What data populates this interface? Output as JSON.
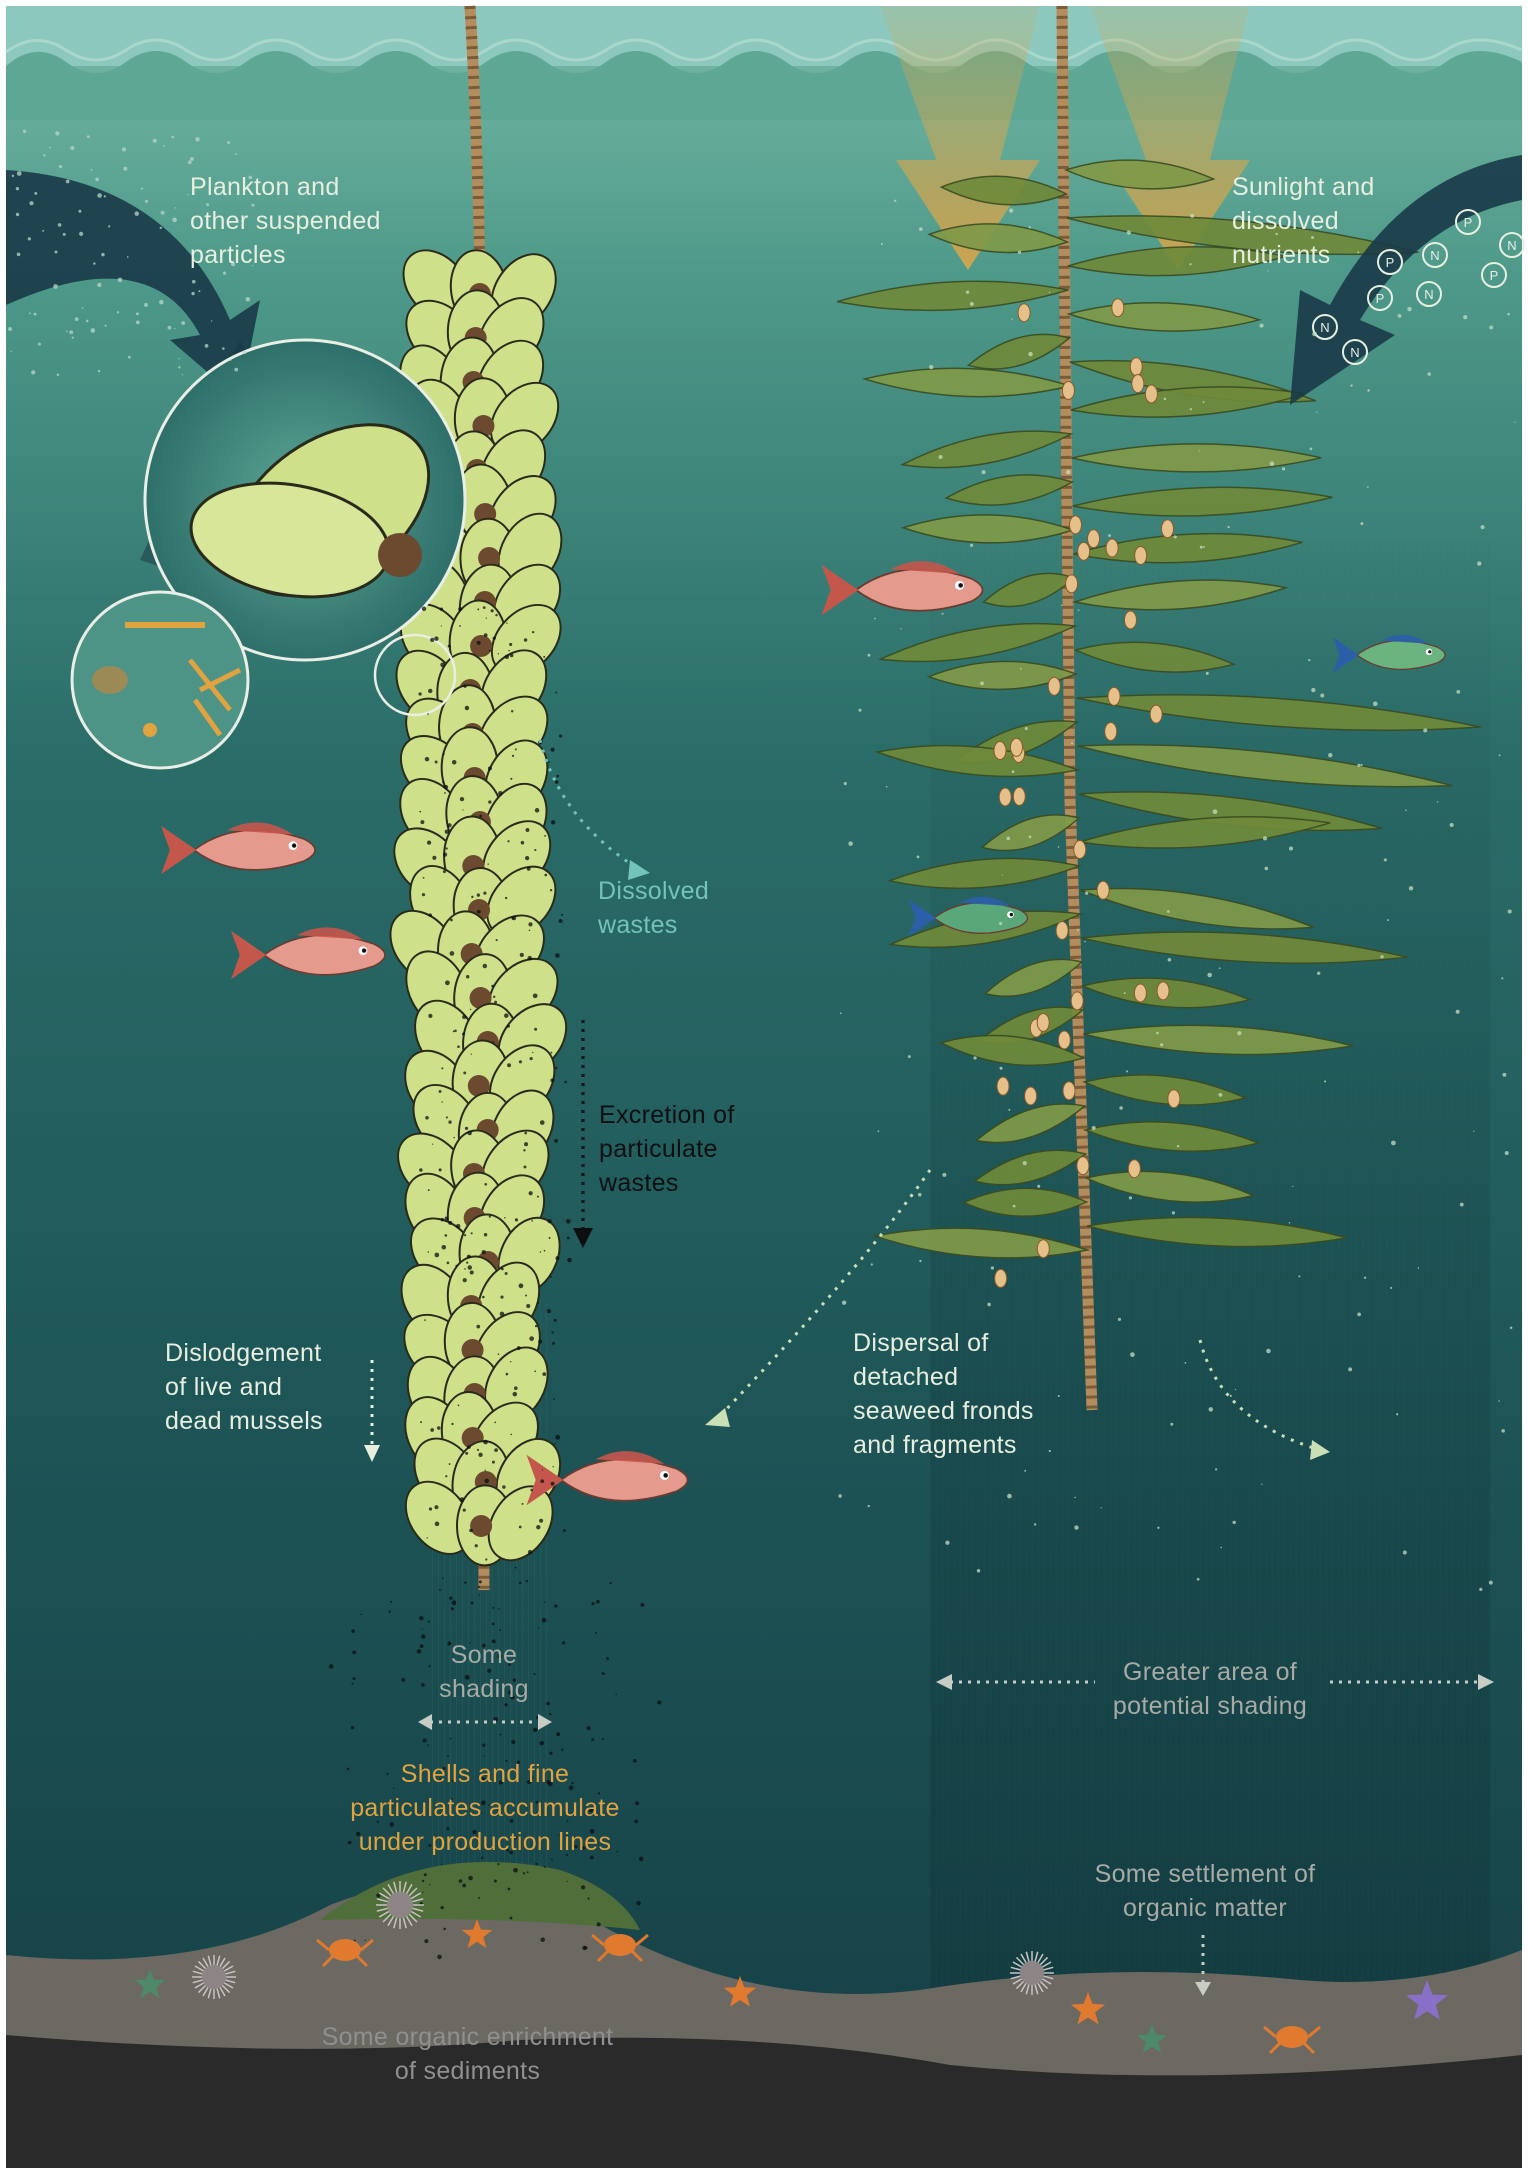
{
  "colors": {
    "surface": "#7fbcaf",
    "water_top": "#64ab99",
    "water_mid": "#1f5b5b",
    "water_deep": "#123f44",
    "sediment": "#6c6862",
    "bedrock": "#2b2a2a",
    "mussel": "#cfe08a",
    "kelp": "#6f8a3a",
    "rope": "#b48d5e",
    "sunbeam": "#d9a64a",
    "fish": "#e49a8c",
    "arrow_dark": "#1a3a48",
    "label_light": "#e7efdf",
    "label_teal": "#73c3b8",
    "label_orange": "#e0a340",
    "label_grey": "#a7aba4"
  },
  "labels": {
    "plankton": [
      "Plankton and",
      "other suspended",
      "particles"
    ],
    "sunlight": [
      "Sunlight and",
      "dissolved",
      "nutrients"
    ],
    "dissolved_wastes": [
      "Dissolved",
      "wastes"
    ],
    "excretion": [
      "Excretion of",
      "particulate",
      "wastes"
    ],
    "dislodgement": [
      "Dislodgement",
      "of live and",
      "dead mussels"
    ],
    "dispersal": [
      "Dispersal of",
      "detached",
      "seaweed fronds",
      "and fragments"
    ],
    "some_shading": [
      "Some",
      "shading"
    ],
    "greater_shading": [
      "Greater area of",
      "potential shading"
    ],
    "shells_accumulate": [
      "Shells and fine",
      "particulates accumulate",
      "under production lines"
    ],
    "settlement": [
      "Some settlement of",
      "organic matter"
    ],
    "enrichment": [
      "Some organic enrichment",
      "of sediments"
    ]
  },
  "nutrient_markers": [
    "P",
    "N",
    "N",
    "P",
    "P",
    "N",
    "P",
    "N",
    "N"
  ],
  "icons": [
    "sunlight-arrow",
    "current-arrow",
    "mussel",
    "kelp-frond",
    "snapper-fish",
    "blue-fish",
    "sea-urchin",
    "starfish",
    "crab",
    "worm",
    "plankton-magnifier"
  ]
}
